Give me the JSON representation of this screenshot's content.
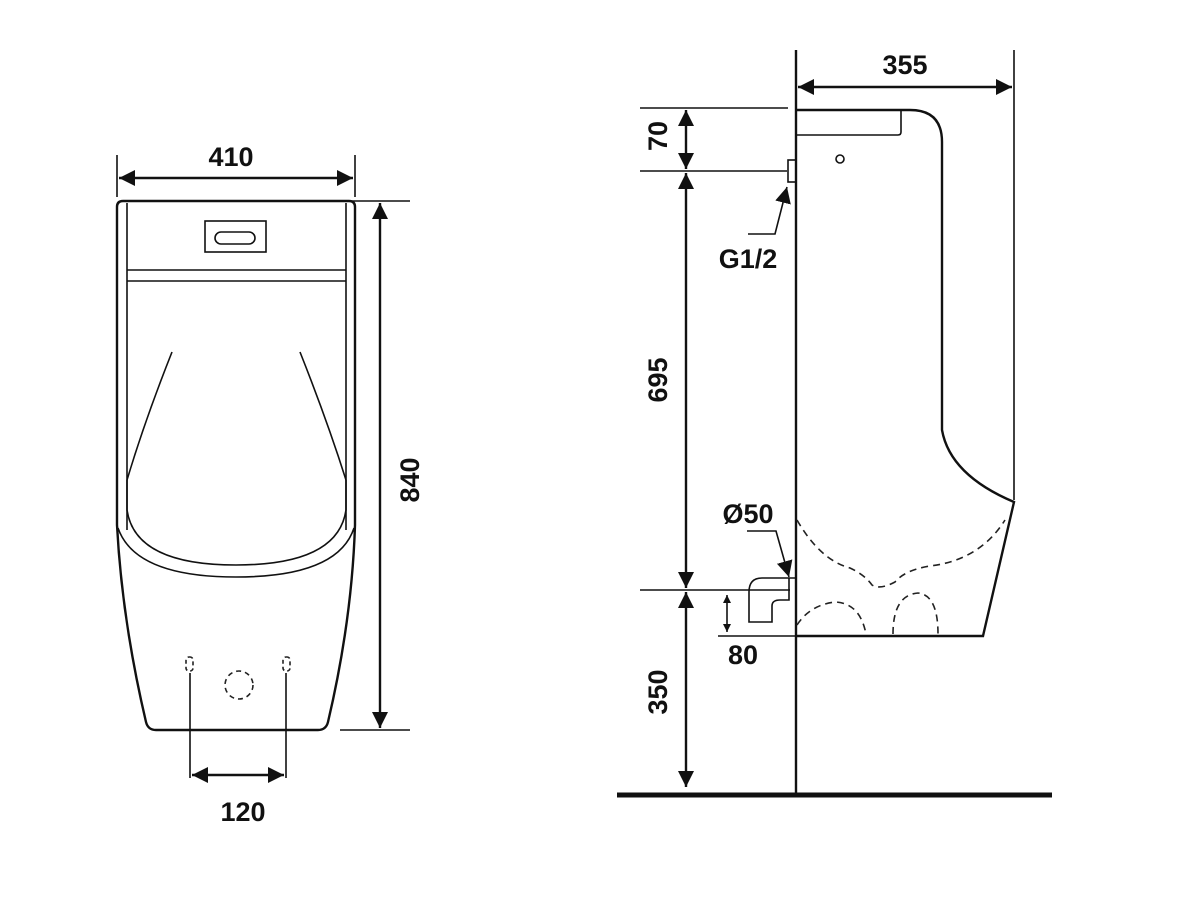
{
  "front_view": {
    "width_label": "410",
    "height_label": "840",
    "mount_spacing_label": "120"
  },
  "side_view": {
    "depth_label": "355",
    "inlet_offset_label": "70",
    "inlet_to_outlet_label": "695",
    "outlet_height_label": "350",
    "inlet_thread_label": "G1/2",
    "outlet_diameter_label": "Ø50",
    "outlet_offset_label": "80"
  }
}
